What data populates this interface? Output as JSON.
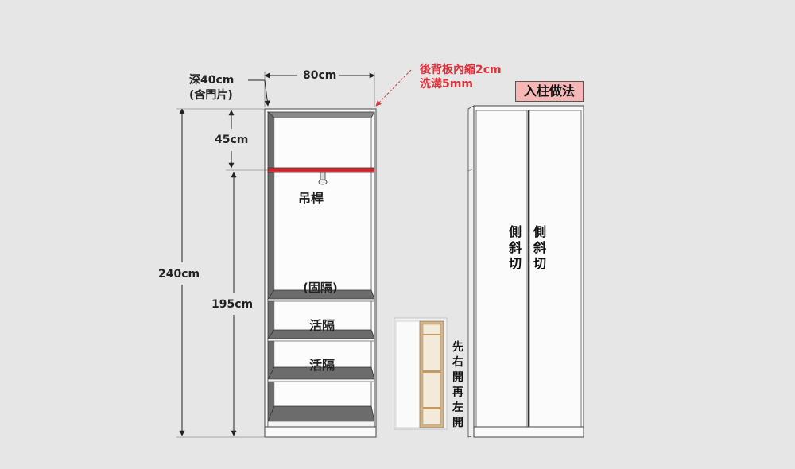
{
  "labels": {
    "depth": "深40cm",
    "depth_note": "(含門片)",
    "width": "80cm",
    "top_gap": "45cm",
    "total_height": "240cm",
    "rod_height": "195cm",
    "rod": "吊桿",
    "fixed_shelf": "(固隔)",
    "shelf_1": "活隔",
    "shelf_2": "活隔"
  },
  "notes": {
    "back_panel_line1": "後背板內縮2cm",
    "back_panel_line2": "洗溝5mm",
    "method_badge": "入柱做法"
  },
  "door_labels": {
    "left_chars": [
      "側",
      "斜",
      "切"
    ],
    "right_chars": [
      "側",
      "斜",
      "切"
    ]
  },
  "open_order_chars": [
    "先",
    "右",
    "開",
    "再",
    "左",
    "開"
  ],
  "colors": {
    "background": "#e6e6e6",
    "panel_gray": "#6c6c6c",
    "rod_red": "#e0303a",
    "white_panel": "#fafafa",
    "wood": "#d2b48c",
    "badge_bg": "#f6b6b6"
  }
}
